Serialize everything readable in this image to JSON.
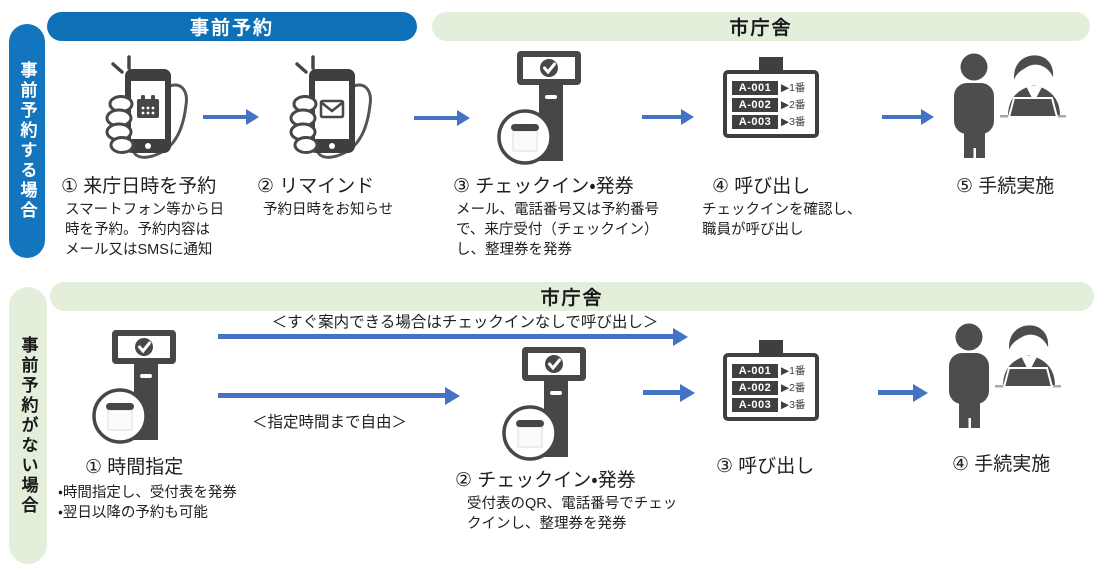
{
  "colors": {
    "reservation_blue": "#0e71b8",
    "sidebar_blue": "#1375bd",
    "light_green": "#e3efda",
    "arrow_blue": "#4472c4",
    "icon_gray": "#474747"
  },
  "top": {
    "sidebar_label": "事前予約する場合",
    "header_reservation": "事前予約",
    "header_cityhall": "市庁舎",
    "steps": [
      {
        "label": "① 来庁日時を予約",
        "desc": "スマートフォン等から日\n時を予約。予約内容は\nメール又はSMSに通知"
      },
      {
        "label": "② リマインド",
        "desc": "予約日時をお知らせ"
      },
      {
        "label": "③ チェックイン・発券",
        "desc": "メール、電話番号又は予約番号\nで、来庁受付（チェックイン）\nし、整理券を発券"
      },
      {
        "label": "④ 呼び出し",
        "desc": "チェックインを確認し、\n職員が呼び出し"
      },
      {
        "label": "⑤ 手続実施",
        "desc": ""
      }
    ]
  },
  "bottom": {
    "sidebar_label": "事前予約がない場合",
    "header_cityhall": "市庁舎",
    "annotation_no_checkin": "＜すぐ案内できる場合はチェックインなしで呼び出し＞",
    "annotation_free_until": "＜指定時間まで自由＞",
    "steps": [
      {
        "label": "① 時間指定",
        "desc": "・時間指定し、受付表を発券\n・翌日以降の予約も可能"
      },
      {
        "label": "② チェックイン・発券",
        "desc": "受付表のQR、電話番号でチェッ\nクインし、整理券を発券"
      },
      {
        "label": "③ 呼び出し",
        "desc": ""
      },
      {
        "label": "④ 手続実施",
        "desc": ""
      }
    ]
  },
  "board": {
    "rows": [
      {
        "code": "A-001",
        "dest": "▶1番"
      },
      {
        "code": "A-002",
        "dest": "▶2番"
      },
      {
        "code": "A-003",
        "dest": "▶3番"
      }
    ]
  }
}
